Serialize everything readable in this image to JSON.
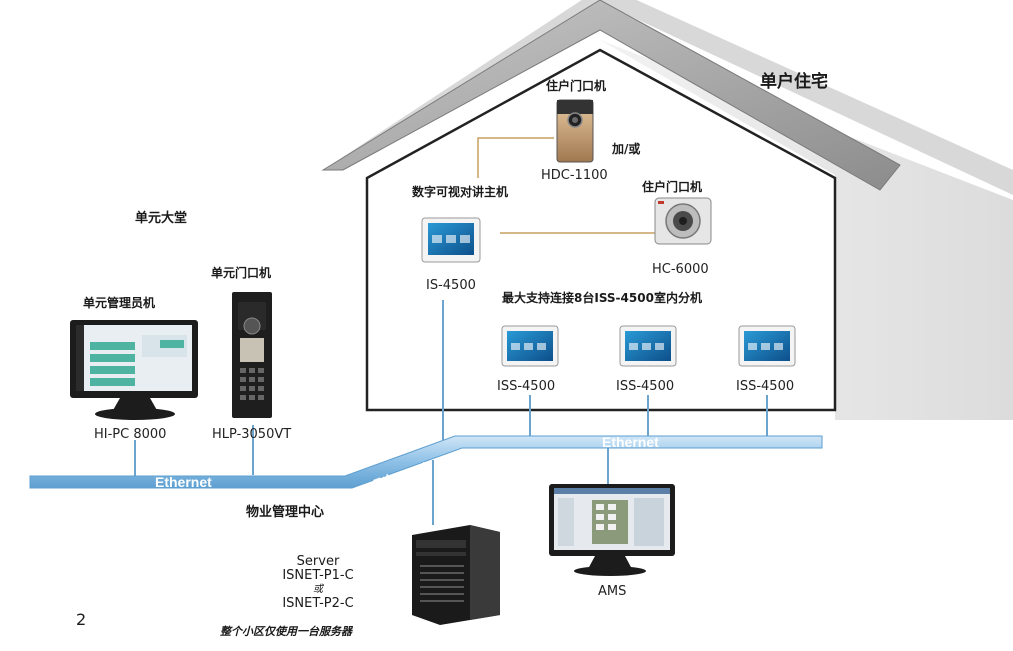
{
  "labels": {
    "house_title": "单户住宅",
    "lobby": "单元大堂",
    "property_center": "物业管理中心",
    "admin_station": "单元管理员机",
    "lobby_door_station": "单元门口机",
    "residence_door_station_top": "住户门口机",
    "and_or": "加/或",
    "residence_door_station_right": "住户门口机",
    "digital_master": "数字可视对讲主机",
    "max_support": "最大支持连接8台ISS-4500室内分机",
    "server_note": "整个小区仅使用一台服务器",
    "page_number": "2"
  },
  "models": {
    "hi_pc": "HI-PC 8000",
    "hlp": "HLP-3050VT",
    "hdc": "HDC-1100",
    "hc": "HC-6000",
    "is": "IS-4500",
    "iss_1": "ISS-4500",
    "iss_2": "ISS-4500",
    "iss_3": "ISS-4500",
    "ams": "AMS"
  },
  "server": {
    "line1": "Server",
    "line2": "ISNET-P1-C",
    "line3": "或",
    "line4": "ISNET-P2-C"
  },
  "ethernet": {
    "left": "Ethernet",
    "middle": "Ethernet",
    "right": "Ethernet"
  },
  "colors": {
    "ethernet_band": "#9fc9ea",
    "ethernet_border": "#5d9fd1",
    "roof": "#9e9e9e",
    "link_line": "#c8a060",
    "network_line": "#6aa4cf"
  }
}
